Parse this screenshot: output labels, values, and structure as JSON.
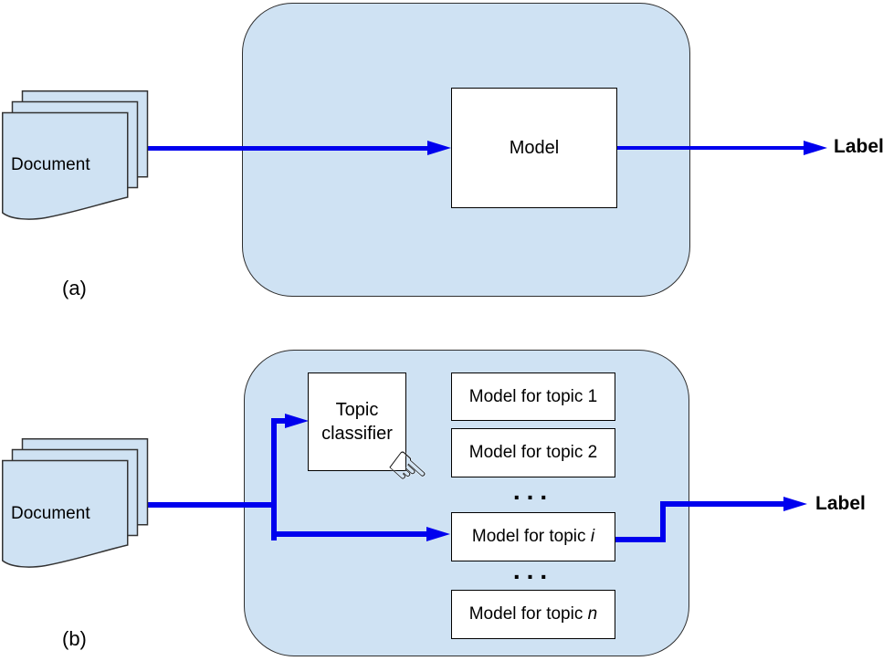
{
  "colors": {
    "shape_fill": "#cfe2f3",
    "shape_border": "#2f2f2f",
    "box_border": "#000000",
    "arrow_blue": "#0000ee",
    "text": "#000000"
  },
  "panel_a": {
    "caption": "(a)",
    "document": {
      "label": "Document"
    },
    "model_box": {
      "label": "Model"
    },
    "output": {
      "label": "Label"
    }
  },
  "panel_b": {
    "caption": "(b)",
    "document": {
      "label": "Document"
    },
    "topic_classifier": {
      "label": "Topic classifier"
    },
    "models": [
      {
        "label": "Model for topic 1"
      },
      {
        "label": "Model for topic 2"
      },
      {
        "prefix": "Model for topic",
        "variable": "i"
      },
      {
        "prefix": "Model for topic",
        "variable": "n"
      }
    ],
    "ellipsis": "...",
    "pointer_icon": "☞",
    "output": {
      "label": "Label"
    }
  }
}
